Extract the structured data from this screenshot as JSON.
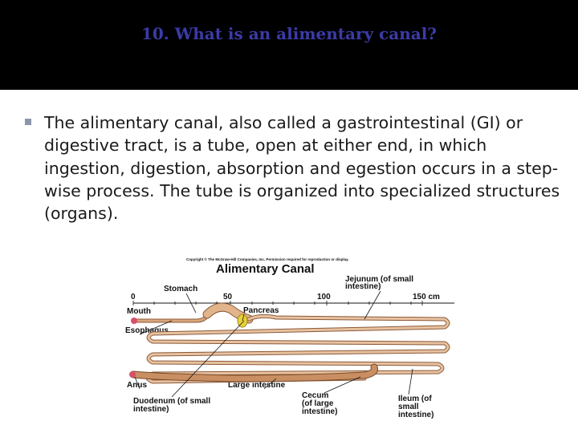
{
  "slide": {
    "title": "10. What is an alimentary canal?",
    "bullet": "The alimentary canal, also called a gastrointestinal (GI) or digestive tract, is a tube, open at either end, in which ingestion, digestion, absorption and egestion occurs in a step-wise process. The tube is organized into specialized structures (organs).",
    "colors": {
      "title_band": "#000000",
      "title_text": "#3b3ba8",
      "body_text": "#1a1a1a",
      "bullet_marker": "#8c96a8"
    }
  },
  "figure": {
    "copyright": "Copyright © The McGraw-Hill Companies, Inc. Permission required for reproduction or display.",
    "title": "Alimentary Canal",
    "labels": {
      "jejunum": [
        "Jejunum (of small",
        "intestine)"
      ],
      "stomach": "Stomach",
      "pancreas": "Pancreas",
      "mouth": "Mouth",
      "esophagus": "Esophagus",
      "anus": "Anus",
      "large_intestine": "Large intestine",
      "duodenum": [
        "Duodenum (of small",
        "intestine)"
      ],
      "cecum": [
        "Cecum",
        "(of large",
        "intestine)"
      ],
      "ileum": [
        "Ileum (of",
        "small",
        "intestine)"
      ]
    },
    "scale": [
      "0",
      "50",
      "100",
      "150 cm"
    ],
    "colors": {
      "tube": "#d9a57a",
      "tube_dark": "#8a5a3a",
      "pancreas": "#e8d23a"
    }
  }
}
